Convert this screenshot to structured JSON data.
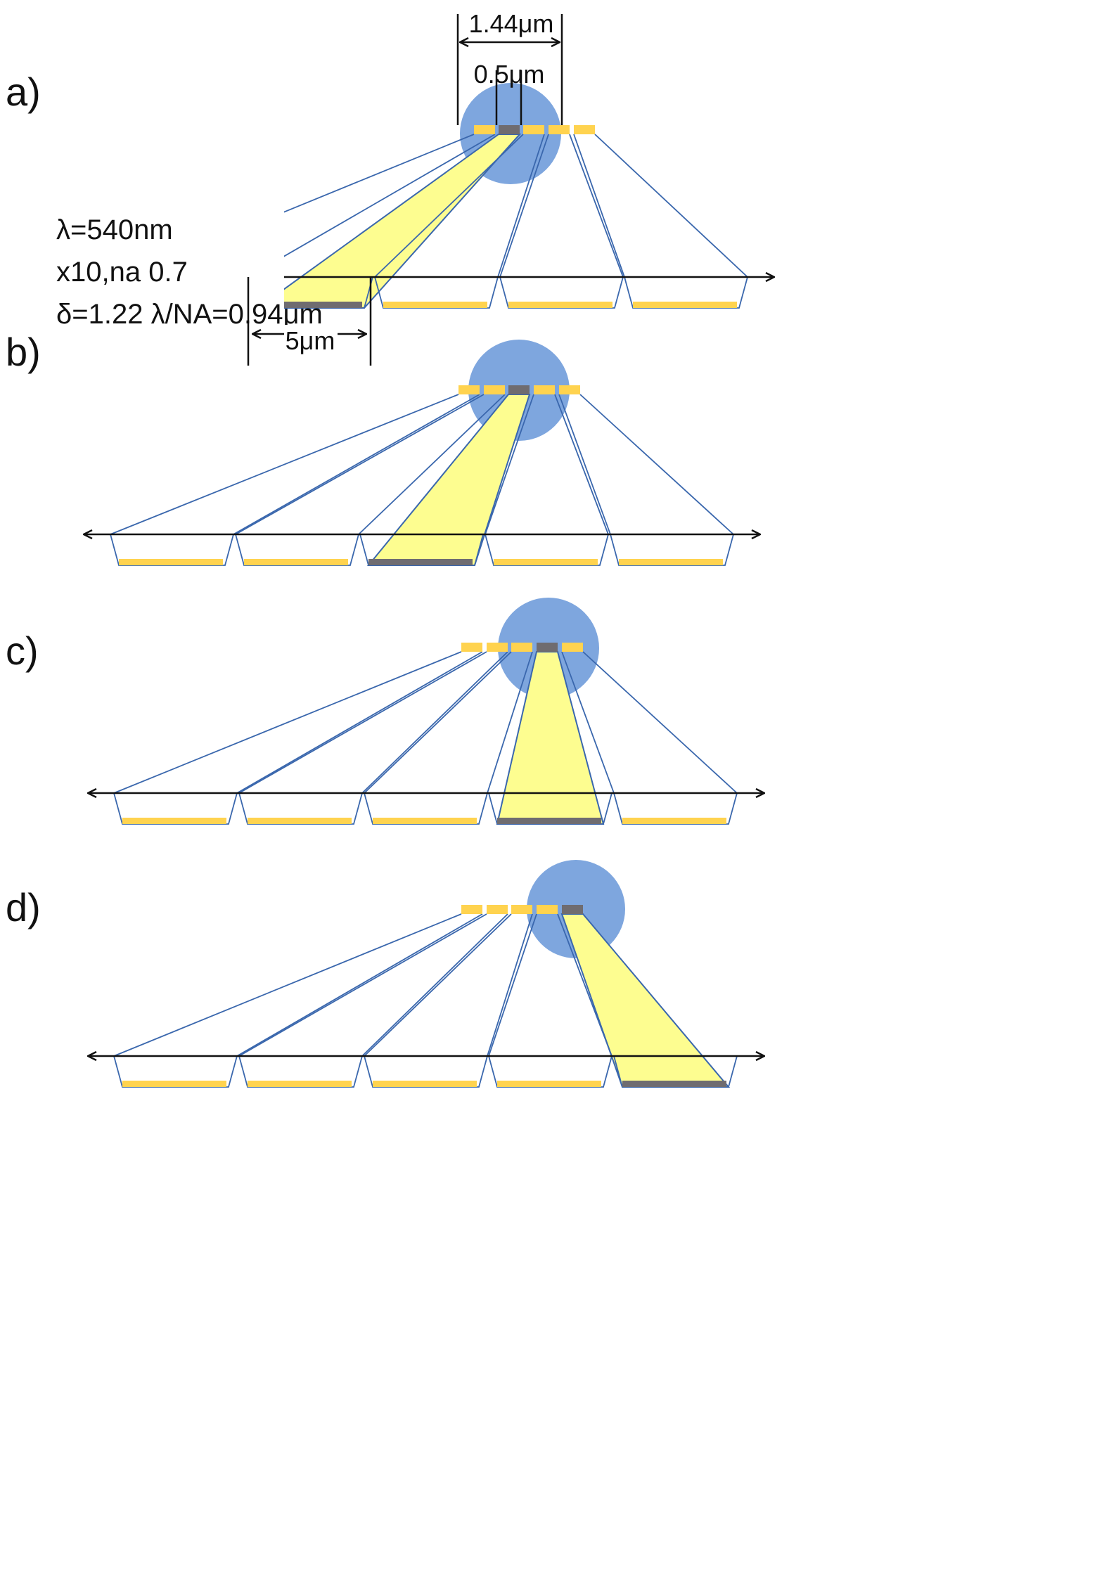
{
  "colors": {
    "circle": "#7ea6de",
    "pad": "#ffd34f",
    "pad_active": "#6f6c70",
    "beam_fill": "#fdfd90",
    "line": "#3a67ad",
    "axis": "#111111",
    "text": "#111111",
    "background": "#ffffff"
  },
  "parameters": {
    "wavelength": "λ=540nm",
    "objective": "x10,na 0.7",
    "resolution": "δ=1.22 λ/NA=0.94μm"
  },
  "dimensions": {
    "top_span": "1.44μm",
    "pad_width": "0.5μm",
    "bottom_span": "5μm"
  },
  "icons": {
    "circle": "focus-spot-circle",
    "axis": "double-headed-arrow"
  },
  "panels": [
    {
      "label": "a)",
      "active_index": 1
    },
    {
      "label": "b)",
      "active_index": 2
    },
    {
      "label": "c)",
      "active_index": 3
    },
    {
      "label": "d)",
      "active_index": 4
    }
  ]
}
